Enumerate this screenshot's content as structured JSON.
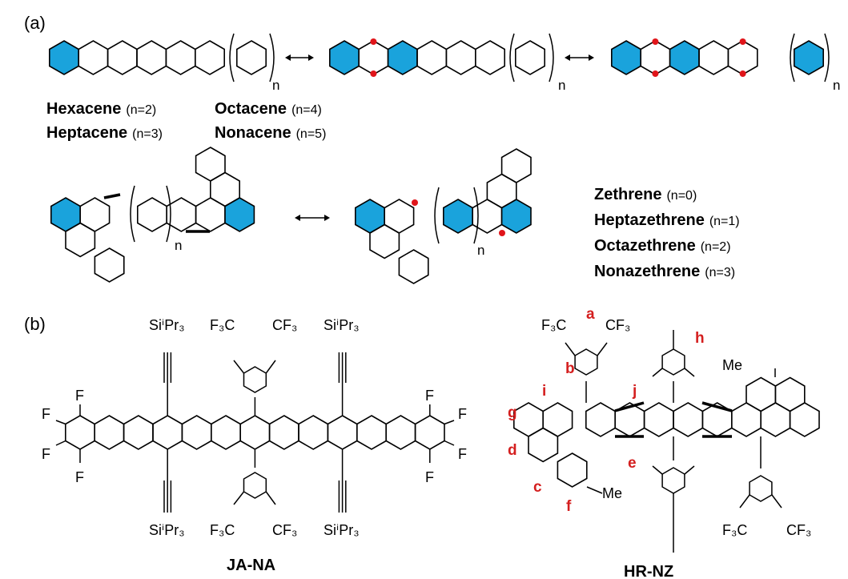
{
  "colors": {
    "aromatic_fill": "#1aa3dc",
    "radical_dot": "#e0151a",
    "position_label": "#d41f1f",
    "bond": "#000000"
  },
  "panel_a": {
    "label": "(a)",
    "acene_subscript": "n",
    "acene_list": [
      {
        "name": "Hexacene",
        "n": "(n=2)"
      },
      {
        "name": "Heptacene",
        "n": "(n=3)"
      },
      {
        "name": "Octacene",
        "n": "(n=4)"
      },
      {
        "name": "Nonacene",
        "n": "(n=5)"
      }
    ],
    "zethrene_subscript": "n",
    "zethrene_list": [
      {
        "name": "Zethrene",
        "n": "(n=0)"
      },
      {
        "name": "Heptazethrene",
        "n": "(n=1)"
      },
      {
        "name": "Octazethrene",
        "n": "(n=2)"
      },
      {
        "name": "Nonazethrene",
        "n": "(n=3)"
      }
    ]
  },
  "panel_b": {
    "label": "(b)",
    "ja_na": {
      "name": "JA-NA",
      "tips_top_1": "SiⁱPr₃",
      "tips_top_2": "SiⁱPr₃",
      "tips_bottom_1": "SiⁱPr₃",
      "tips_bottom_2": "SiⁱPr₃",
      "aryl_top_left": "F₃C",
      "aryl_top_right": "CF₃",
      "aryl_bottom_left": "F₃C",
      "aryl_bottom_right": "CF₃",
      "fluorine": "F"
    },
    "hr_nz": {
      "name": "HR-NZ",
      "aryl_top_left": "F₃C",
      "aryl_top_right": "CF₃",
      "aryl_bottom_left": "F₃C",
      "aryl_bottom_right": "CF₃",
      "methyl": "Me",
      "positions": [
        "a",
        "b",
        "h",
        "i",
        "j",
        "g",
        "d",
        "e",
        "c",
        "f"
      ]
    }
  }
}
